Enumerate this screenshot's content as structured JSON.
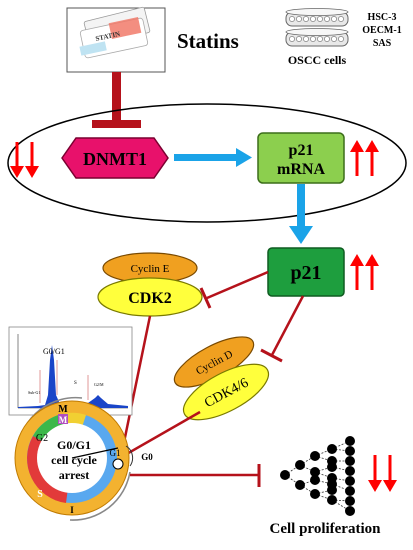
{
  "drug": {
    "label": "Statins",
    "box_label": "STATIN"
  },
  "cells": {
    "lines": [
      "HSC-3",
      "OECM-1",
      "SAS"
    ],
    "label": "OSCC cells"
  },
  "nodes": {
    "dnmt1": "DNMT1",
    "p21_mrna_line1": "p21",
    "p21_mrna_line2": "mRNA",
    "p21": "p21",
    "cyclin_e": "Cyclin E",
    "cdk2": "CDK2",
    "cyclin_d": "Cyclin D",
    "cdk46": "CDK4/6"
  },
  "histogram": {
    "peak_label": "G0/G1",
    "label_subg1": "Sub-G1",
    "label_s": "S",
    "label_g2m": "G2/M"
  },
  "cell_cycle": {
    "center_line1": "G0/G1",
    "center_line2": "cell cycle",
    "center_line3": "arrest",
    "phase_m": "M",
    "phase_g2": "G2",
    "phase_g1": "G1",
    "phase_g0": "G0",
    "phase_s": "S",
    "phase_i": "I",
    "phase_m_small": "M"
  },
  "outcome": {
    "label": "Cell proliferation"
  },
  "colors": {
    "inhibit_red": "#b5121b",
    "arrow_blue": "#1aa3e8",
    "dnmt1_fill": "#e8116b",
    "p21_mrna_fill": "#8ccf4e",
    "p21_fill": "#1e9e3e",
    "cyclin_fill": "#f0a020",
    "cdk_fill": "#ffff3c",
    "up_down_arrow": "#ff0000"
  }
}
